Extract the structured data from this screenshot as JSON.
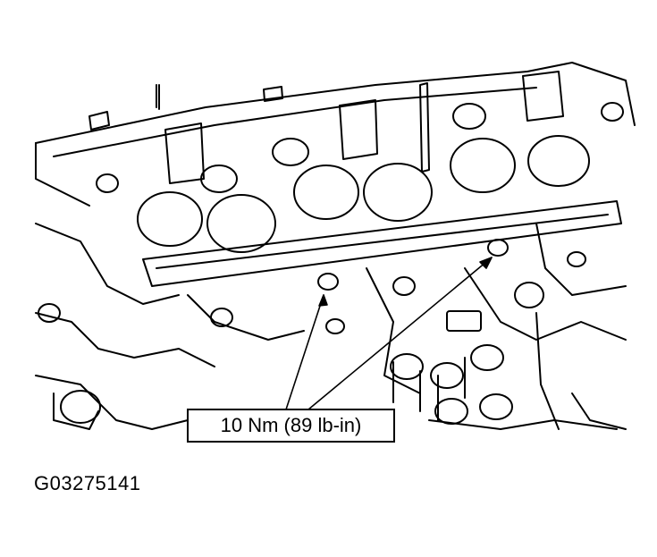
{
  "diagram": {
    "callout_torque": "10 Nm (89 lb-in)",
    "figure_id": "G03275141",
    "subject": "engine-cylinder-head-line-drawing",
    "ink_color": "#000000",
    "paper_color": "#ffffff"
  }
}
